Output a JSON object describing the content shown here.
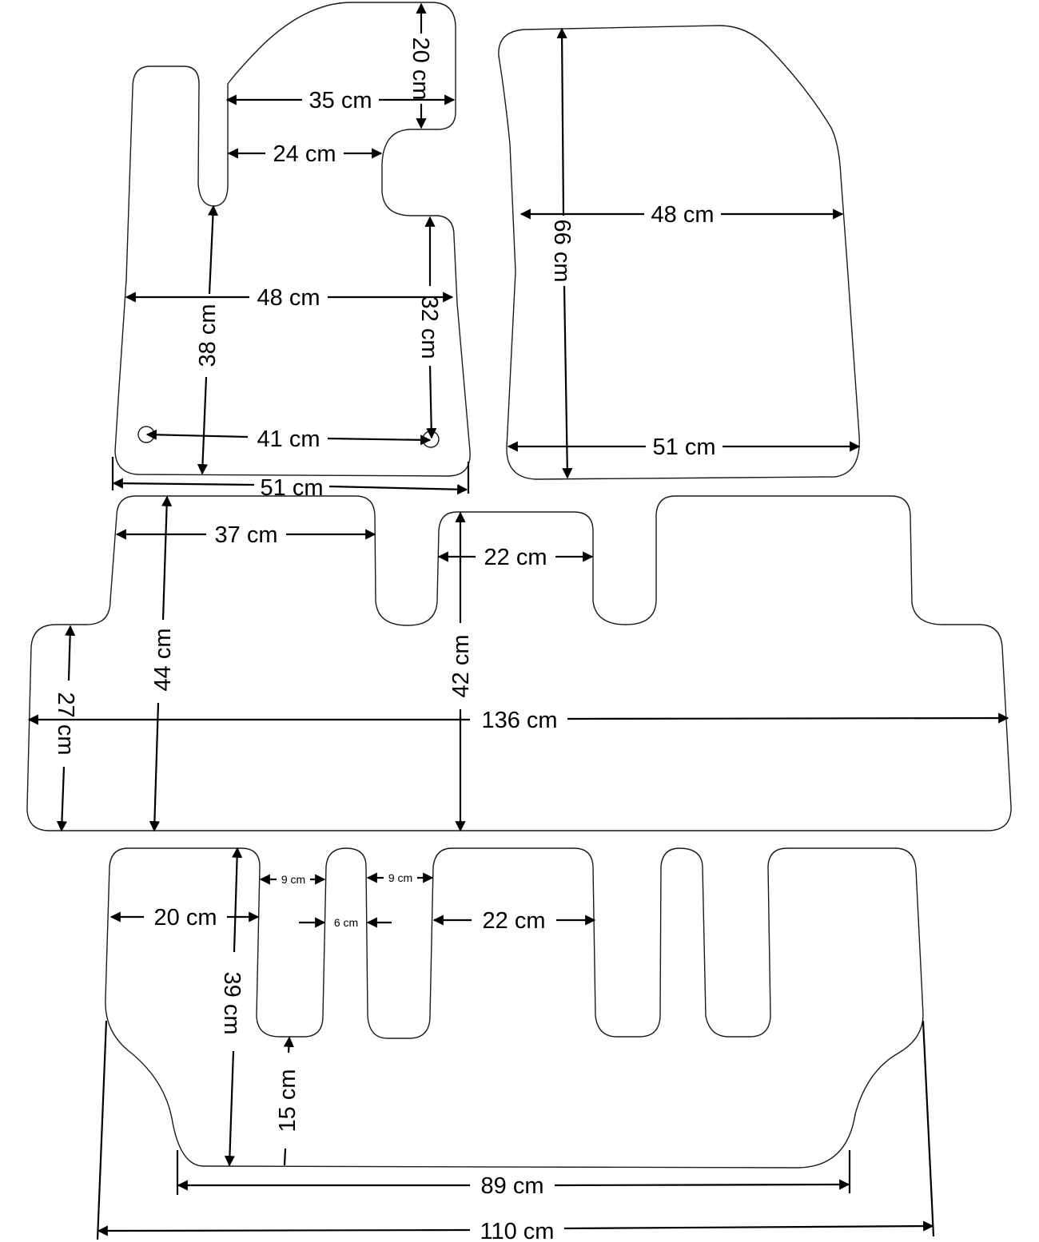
{
  "colors": {
    "outline": "#1a1a1a",
    "dimension": "#000000",
    "background": "#ffffff"
  },
  "driver_mat": {
    "top_depth": "20 cm",
    "top_width": "35 cm",
    "notch_width": "24 cm",
    "width_mid": "48 cm",
    "left_height": "38 cm",
    "right_height": "32 cm",
    "hole_spacing": "41 cm",
    "bottom_width": "51 cm"
  },
  "passenger_mat": {
    "width_top": "48 cm",
    "height": "66 cm",
    "width_bottom": "51 cm"
  },
  "second_row_mat": {
    "left_tab_width": "37 cm",
    "left_height": "44 cm",
    "mid_tab_width": "22 cm",
    "mid_height": "42 cm",
    "side_height": "27 cm",
    "total_width": "136 cm"
  },
  "third_row_mat": {
    "left_tab_width": "20 cm",
    "height": "39 cm",
    "gap_left": "9 cm",
    "gap_right": "9 cm",
    "strip_width": "6 cm",
    "mid_tab_width": "22 cm",
    "slot_depth": "15 cm",
    "bottom_width": "89 cm",
    "total_width": "110 cm"
  }
}
